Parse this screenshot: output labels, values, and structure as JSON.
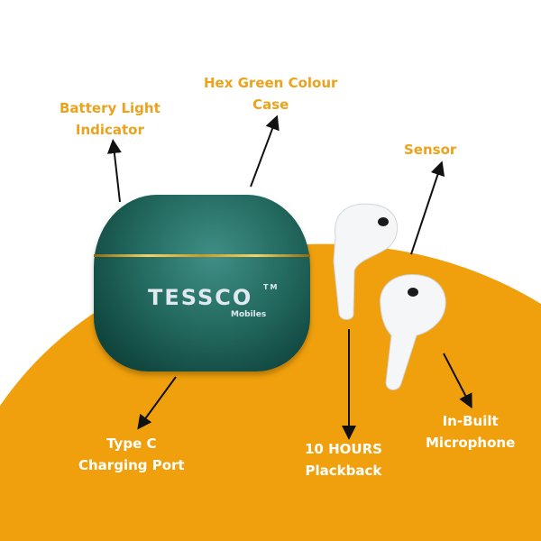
{
  "colors": {
    "accent_orange": "#F0A00C",
    "label_orange": "#EBA21C",
    "case_green": "#1E5F56"
  },
  "product": {
    "brand": "TESSCO",
    "brand_sub": "Mobiles",
    "trademark": "TM"
  },
  "labels": {
    "battery_light": [
      "Battery Light",
      "Indicator"
    ],
    "case_colour": [
      "Hex Green Colour",
      "Case"
    ],
    "sensor": "Sensor",
    "type_c": [
      "Type C",
      "Charging Port"
    ],
    "playback": [
      "10 HOURS",
      "Plackback"
    ],
    "microphone": [
      "In-Built",
      "Microphone"
    ]
  }
}
